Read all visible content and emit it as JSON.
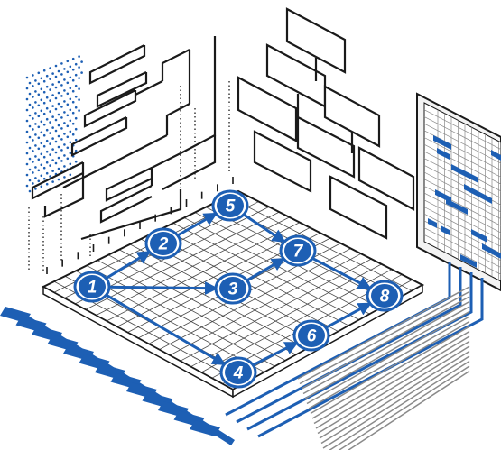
{
  "diagram": {
    "accent_color": "#1d5fb4",
    "line_color": "#1a1a1a",
    "nodes": [
      {
        "id": "1",
        "label": "1"
      },
      {
        "id": "2",
        "label": "2"
      },
      {
        "id": "3",
        "label": "3"
      },
      {
        "id": "4",
        "label": "4"
      },
      {
        "id": "5",
        "label": "5"
      },
      {
        "id": "6",
        "label": "6"
      },
      {
        "id": "7",
        "label": "7"
      },
      {
        "id": "8",
        "label": "8"
      }
    ],
    "edges": [
      {
        "from": "1",
        "to": "2"
      },
      {
        "from": "1",
        "to": "3"
      },
      {
        "from": "1",
        "to": "4"
      },
      {
        "from": "2",
        "to": "5"
      },
      {
        "from": "5",
        "to": "7"
      },
      {
        "from": "3",
        "to": "7"
      },
      {
        "from": "7",
        "to": "8"
      },
      {
        "from": "4",
        "to": "6"
      },
      {
        "from": "6",
        "to": "8"
      }
    ],
    "panels": [
      "tree-diagram-panel",
      "block-diagram-panel",
      "gantt-chart-panel"
    ]
  }
}
